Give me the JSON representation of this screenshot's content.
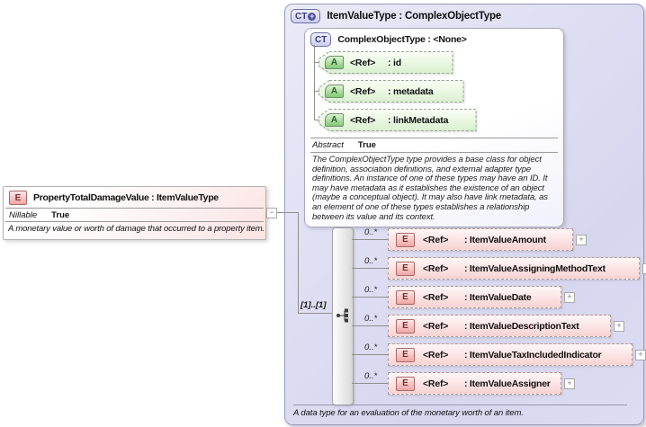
{
  "colors": {
    "type_box_fill": "#dcdcf2",
    "element_fill": "#f8d2d2",
    "attribute_fill": "#dcf2d4",
    "badge_element": "#f2a5a5",
    "badge_attribute": "#84c876",
    "badge_complextype": "#cfcfef",
    "connector": "#8f8f8f"
  },
  "icons": {
    "plus": "+",
    "minus": "−"
  },
  "element_node": {
    "badge": "E",
    "title": "PropertyTotalDamageValue : ItemValueType",
    "property_label": "Nillable",
    "property_value": "True",
    "description": "A monetary value or worth of damage that occurred to a property item."
  },
  "type_node": {
    "badge": "CT",
    "title": "ItemValueType : ComplexObjectType",
    "footer": "A data type for an evaluation of the monetary worth of an item.",
    "base_type": {
      "badge": "CT",
      "title": "ComplexObjectType : <None>",
      "attributes": [
        {
          "badge": "A",
          "ref": "<Ref>",
          "name": ": id"
        },
        {
          "badge": "A",
          "ref": "<Ref>",
          "name": ": metadata"
        },
        {
          "badge": "A",
          "ref": "<Ref>",
          "name": ": linkMetadata"
        }
      ],
      "property_label": "Abstract",
      "property_value": "True",
      "description": "The ComplexObjectType type provides a base class for object definition, association definitions, and external adapter type definitions. An instance of one of these types may have an ID. It may have metadata as it establishes the existence of an object (maybe a conceptual object). It may also have link metadata, as an element of one of these types establishes a relationship between its value and its context."
    },
    "compositor": {
      "cardinality": "[1]..[1]"
    },
    "elements": [
      {
        "cardinality": "0..*",
        "badge": "E",
        "ref": "<Ref>",
        "name": ": ItemValueAmount"
      },
      {
        "cardinality": "0..*",
        "badge": "E",
        "ref": "<Ref>",
        "name": ": ItemValueAssigningMethodText"
      },
      {
        "cardinality": "0..*",
        "badge": "E",
        "ref": "<Ref>",
        "name": ": ItemValueDate"
      },
      {
        "cardinality": "0..*",
        "badge": "E",
        "ref": "<Ref>",
        "name": ": ItemValueDescriptionText"
      },
      {
        "cardinality": "0..*",
        "badge": "E",
        "ref": "<Ref>",
        "name": ": ItemValueTaxIncludedIndicator"
      },
      {
        "cardinality": "0..*",
        "badge": "E",
        "ref": "<Ref>",
        "name": ": ItemValueAssigner"
      }
    ]
  }
}
